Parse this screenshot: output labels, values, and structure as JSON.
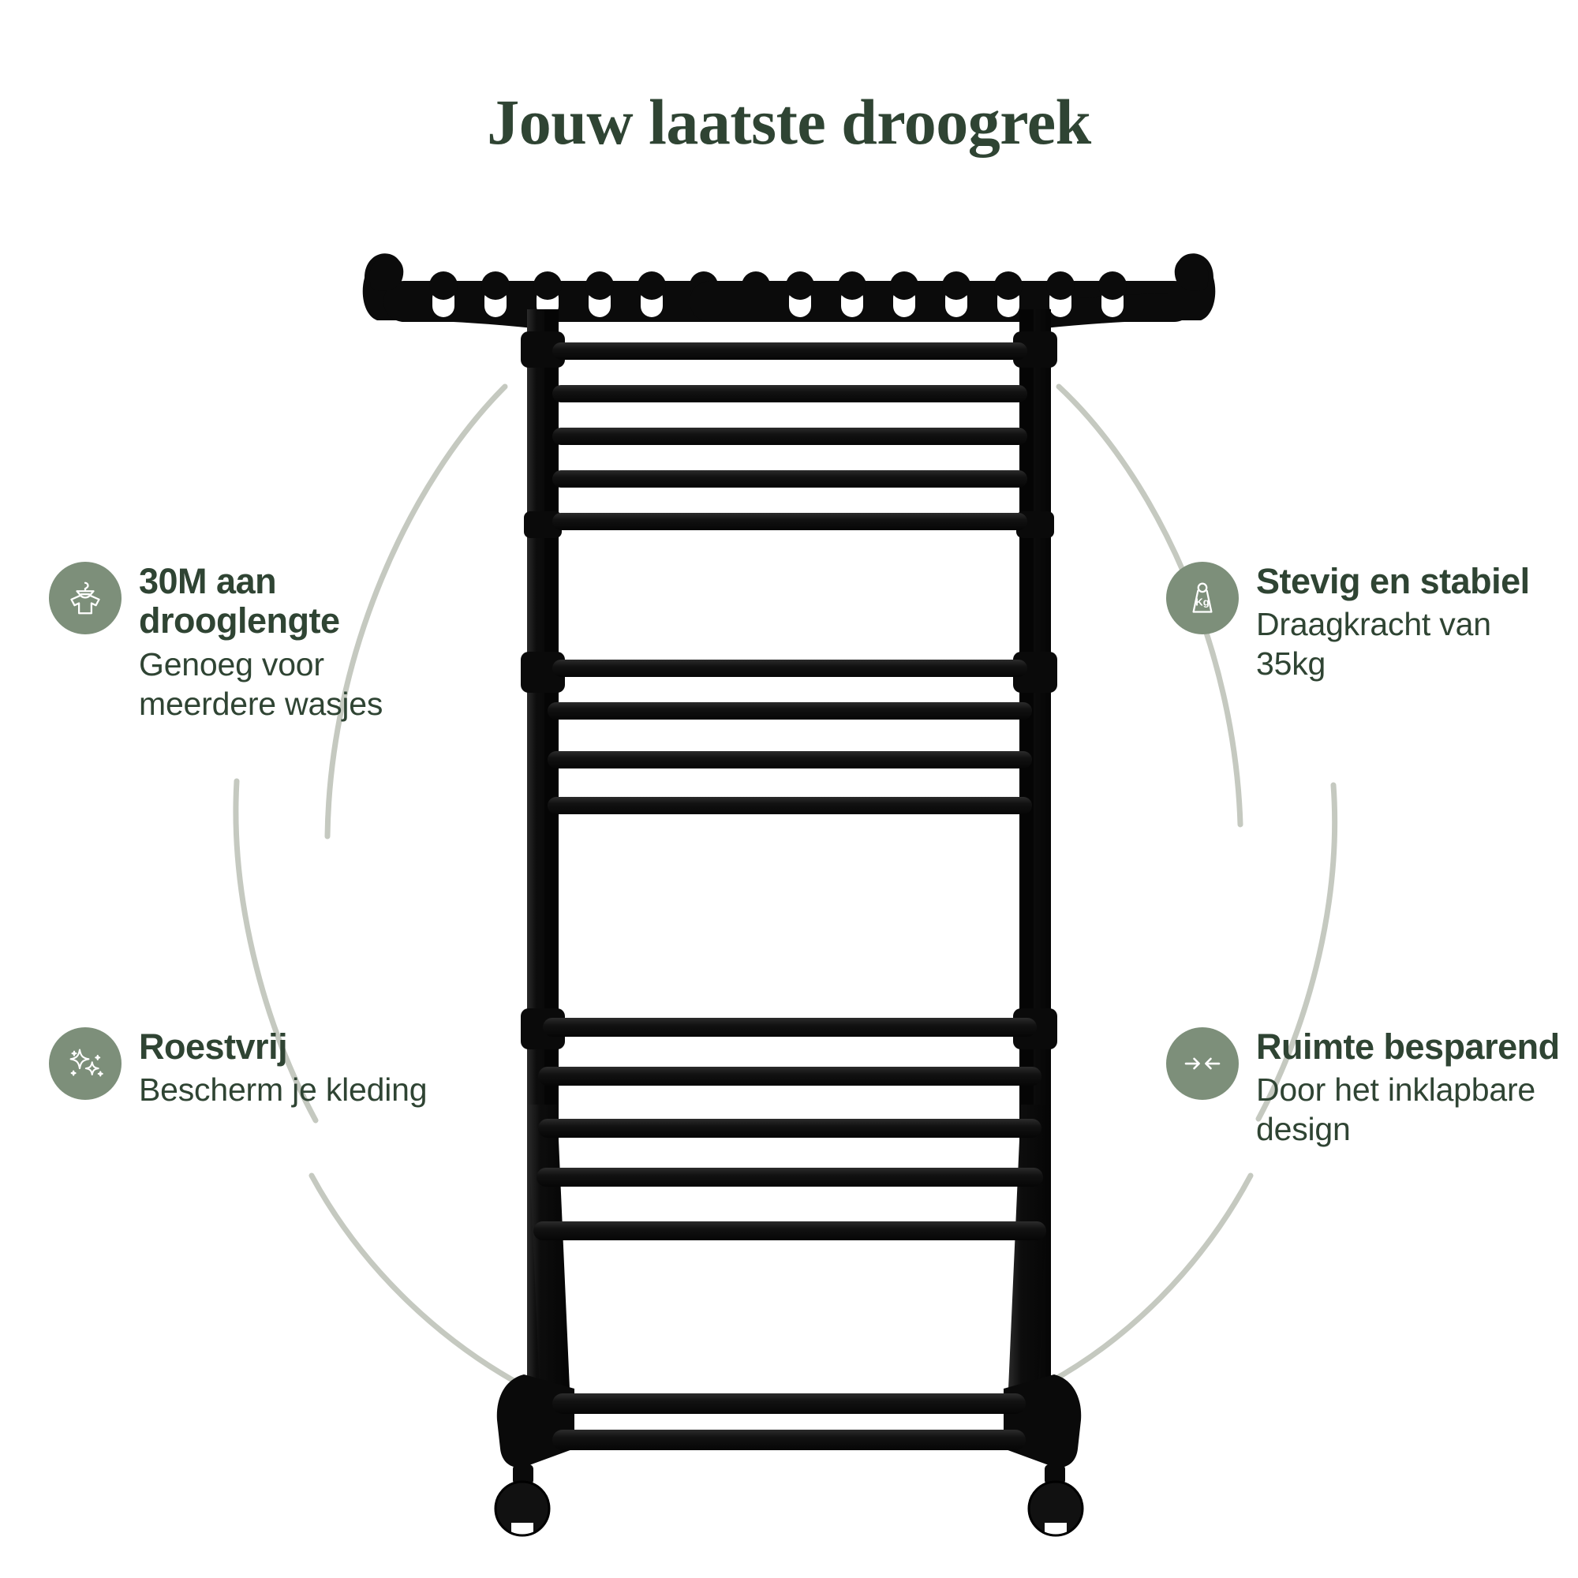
{
  "page": {
    "title": "Jouw laatste droogrek",
    "background_color": "#ffffff",
    "accent_color": "#7d8f7a",
    "text_color": "#2f4433",
    "arc_color": "#c5c9c0"
  },
  "features": [
    {
      "id": "drooglengte",
      "position": "top-left",
      "icon": "tshirt-hanger-icon",
      "title": "30M aan drooglengte",
      "title_lines": [
        "30M aan",
        "drooglengte"
      ],
      "description": "Genoeg voor meerdere wasjes",
      "description_lines": [
        "Genoeg voor",
        "meerdere wasjes"
      ]
    },
    {
      "id": "stevig",
      "position": "top-right",
      "icon": "weight-kg-icon",
      "icon_label": "Kg",
      "title": "Stevig en stabiel",
      "title_lines": [
        "Stevig en",
        "stabiel"
      ],
      "description": "Draagkracht van 35kg",
      "description_lines": [
        "Draagkracht",
        "van 35kg"
      ]
    },
    {
      "id": "roestvrij",
      "position": "bottom-left",
      "icon": "sparkles-icon",
      "title": "Roestvrij",
      "title_lines": [
        "Roestvrij"
      ],
      "description": "Bescherm je kleding",
      "description_lines": [
        "Bescherm je",
        "kleding"
      ]
    },
    {
      "id": "ruimtebesparend",
      "position": "bottom-right",
      "icon": "compress-arrows-icon",
      "title": "Ruimte besparend",
      "title_lines": [
        "Ruimte",
        "besparend"
      ],
      "description": "Door het inklapbare design",
      "description_lines": [
        "Door het",
        "inklapbare",
        "design"
      ]
    }
  ],
  "product": {
    "name": "droogrek",
    "color": "#111111",
    "hanger_arm_slots": 7,
    "tiers": [
      {
        "name": "top-tier",
        "bars": 5
      },
      {
        "name": "middle-tier",
        "bars": 4
      },
      {
        "name": "bottom-tier",
        "bars": 5
      }
    ],
    "base_crossbars": 2,
    "wheels": 2
  }
}
